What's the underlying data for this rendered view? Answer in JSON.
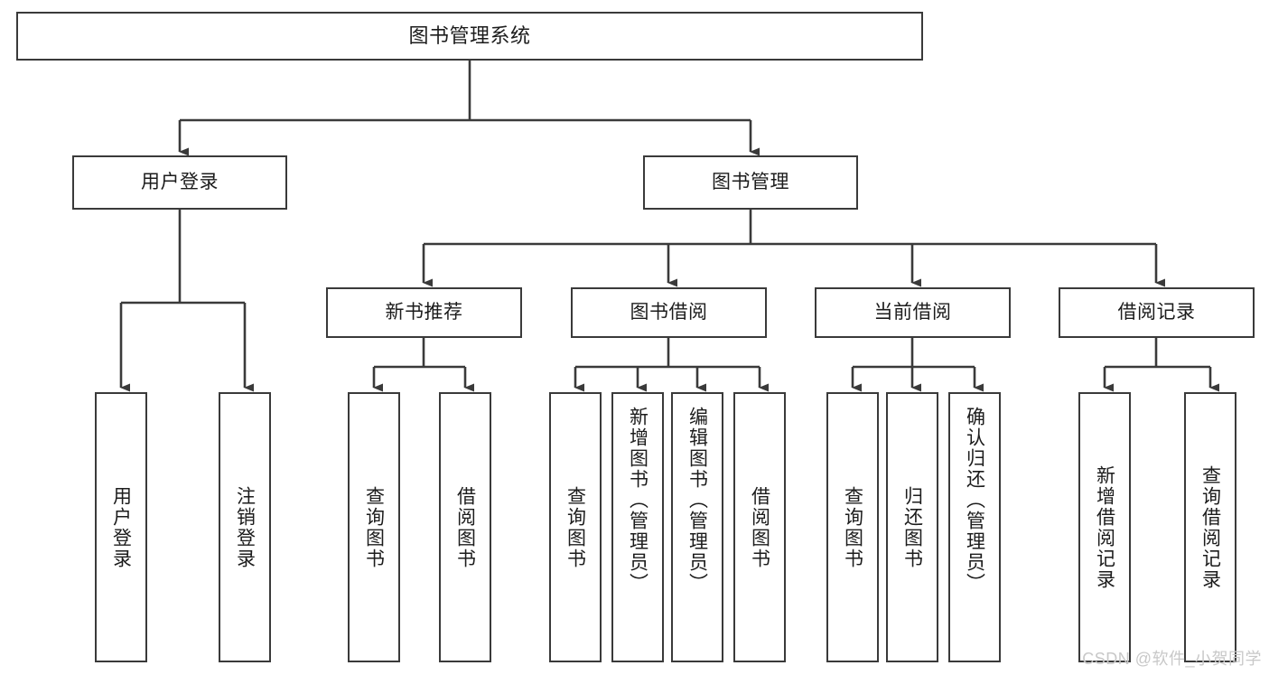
{
  "diagram": {
    "title_node": {
      "label": "图书管理系统"
    },
    "level2": [
      {
        "label": "用户登录"
      },
      {
        "label": "图书管理"
      }
    ],
    "level3": [
      {
        "label": "新书推荐"
      },
      {
        "label": "图书借阅"
      },
      {
        "label": "当前借阅"
      },
      {
        "label": "借阅记录"
      }
    ],
    "leaves": {
      "user_login": [
        {
          "label": "用户登录"
        },
        {
          "label": "注销登录"
        }
      ],
      "new_book_recommend": [
        {
          "label": "查询图书"
        },
        {
          "label": "借阅图书"
        }
      ],
      "book_borrow": [
        {
          "label": "查询图书"
        },
        {
          "label": "新增图书（管理员）"
        },
        {
          "label": "编辑图书（管理员）"
        },
        {
          "label": "借阅图书"
        }
      ],
      "current_borrow": [
        {
          "label": "查询图书"
        },
        {
          "label": "归还图书"
        },
        {
          "label": "确认归还（管理员）"
        }
      ],
      "borrow_record": [
        {
          "label": "新增借阅记录"
        },
        {
          "label": "查询借阅记录"
        }
      ]
    }
  },
  "watermark": {
    "text": "CSDN @软件_小贺同学"
  },
  "colors": {
    "box_border": "#3a3a3a",
    "connector": "#3a3a3a",
    "background": "#ffffff",
    "watermark": "#c8c8c8"
  }
}
